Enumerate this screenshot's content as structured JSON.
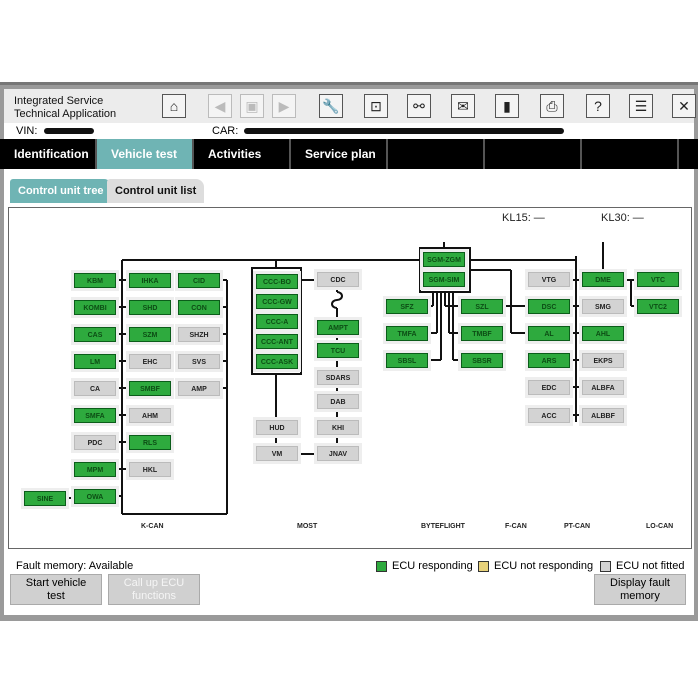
{
  "header": {
    "title_line1": "Integrated Service",
    "title_line2": "Technical Application",
    "vin_label": "VIN:",
    "car_label": "CAR:"
  },
  "toolbar": [
    {
      "icon": "home-icon",
      "glyph": "⌂",
      "enabled": true
    },
    {
      "icon": "back-icon",
      "glyph": "◀",
      "enabled": false
    },
    {
      "icon": "pages-icon",
      "glyph": "▣",
      "enabled": false
    },
    {
      "icon": "forward-icon",
      "glyph": "▶",
      "enabled": false
    },
    {
      "icon": "wrench-icon",
      "glyph": "🔧",
      "enabled": true
    },
    {
      "icon": "diagnosis-icon",
      "glyph": "⊡",
      "enabled": true
    },
    {
      "icon": "connection-icon",
      "glyph": "⚯",
      "enabled": true
    },
    {
      "icon": "mail-icon",
      "glyph": "✉",
      "enabled": true
    },
    {
      "icon": "battery-icon",
      "glyph": "▮",
      "enabled": true
    },
    {
      "icon": "print-icon",
      "glyph": "⎙",
      "enabled": true
    },
    {
      "icon": "help-icon",
      "glyph": "?",
      "enabled": true
    },
    {
      "icon": "menu-icon",
      "glyph": "☰",
      "enabled": true
    },
    {
      "icon": "close-icon",
      "glyph": "✕",
      "enabled": true
    }
  ],
  "tabs": [
    "Identification",
    "Vehicle test",
    "Activities",
    "Service plan",
    "",
    "",
    ""
  ],
  "active_tab": 1,
  "subtabs": {
    "tree": "Control unit tree",
    "list": "Control unit list"
  },
  "kl15": "KL15: —",
  "kl30": "KL30: —",
  "buses": [
    "K-CAN",
    "MOST",
    "BYTEFLIGHT",
    "F-CAN",
    "PT-CAN",
    "LO-CAN"
  ],
  "ecus": [
    {
      "n": "KBM",
      "s": "responding"
    },
    {
      "n": "KOMBI",
      "s": "responding"
    },
    {
      "n": "CAS",
      "s": "responding"
    },
    {
      "n": "LM",
      "s": "responding"
    },
    {
      "n": "CA",
      "s": "not fitted"
    },
    {
      "n": "SMFA",
      "s": "responding"
    },
    {
      "n": "PDC",
      "s": "not fitted"
    },
    {
      "n": "MPM",
      "s": "responding"
    },
    {
      "n": "OWA",
      "s": "responding"
    },
    {
      "n": "SINE",
      "s": "responding"
    },
    {
      "n": "IHKA",
      "s": "responding"
    },
    {
      "n": "SHD",
      "s": "responding"
    },
    {
      "n": "SZM",
      "s": "responding"
    },
    {
      "n": "EHC",
      "s": "not fitted"
    },
    {
      "n": "SMBF",
      "s": "responding"
    },
    {
      "n": "AHM",
      "s": "not fitted"
    },
    {
      "n": "RLS",
      "s": "responding"
    },
    {
      "n": "HKL",
      "s": "not fitted"
    },
    {
      "n": "CID",
      "s": "responding"
    },
    {
      "n": "CON",
      "s": "responding"
    },
    {
      "n": "SHZH",
      "s": "not fitted"
    },
    {
      "n": "SVS",
      "s": "not fitted"
    },
    {
      "n": "AMP",
      "s": "not fitted"
    },
    {
      "n": "CCC-BO",
      "s": "responding"
    },
    {
      "n": "CCC-GW",
      "s": "responding"
    },
    {
      "n": "CCC-A",
      "s": "responding"
    },
    {
      "n": "CCC-ANT",
      "s": "responding"
    },
    {
      "n": "CCC-ASK",
      "s": "responding"
    },
    {
      "n": "CDC",
      "s": "not fitted"
    },
    {
      "n": "AMPT",
      "s": "responding"
    },
    {
      "n": "TCU",
      "s": "responding"
    },
    {
      "n": "SDARS",
      "s": "not fitted"
    },
    {
      "n": "DAB",
      "s": "not fitted"
    },
    {
      "n": "KHI",
      "s": "not fitted"
    },
    {
      "n": "JNAV",
      "s": "not fitted"
    },
    {
      "n": "HUD",
      "s": "not fitted"
    },
    {
      "n": "VM",
      "s": "not fitted"
    },
    {
      "n": "SGM-ZGM",
      "s": "responding"
    },
    {
      "n": "SGM-SIM",
      "s": "responding"
    },
    {
      "n": "SFZ",
      "s": "responding"
    },
    {
      "n": "TMFA",
      "s": "responding"
    },
    {
      "n": "SBSL",
      "s": "responding"
    },
    {
      "n": "SZL",
      "s": "responding"
    },
    {
      "n": "TMBF",
      "s": "responding"
    },
    {
      "n": "SBSR",
      "s": "responding"
    },
    {
      "n": "VTG",
      "s": "not fitted"
    },
    {
      "n": "DSC",
      "s": "responding"
    },
    {
      "n": "AL",
      "s": "responding"
    },
    {
      "n": "ARS",
      "s": "responding"
    },
    {
      "n": "EDC",
      "s": "not fitted"
    },
    {
      "n": "ACC",
      "s": "not fitted"
    },
    {
      "n": "DME",
      "s": "responding"
    },
    {
      "n": "SMG",
      "s": "not fitted"
    },
    {
      "n": "AHL",
      "s": "responding"
    },
    {
      "n": "EKPS",
      "s": "not fitted"
    },
    {
      "n": "ALBFA",
      "s": "not fitted"
    },
    {
      "n": "ALBBF",
      "s": "not fitted"
    },
    {
      "n": "VTC",
      "s": "responding"
    },
    {
      "n": "VTC2",
      "s": "responding"
    }
  ],
  "fault_memory": "Fault memory:  Available",
  "legend": [
    {
      "label": "ECU responding",
      "color": "#2eaa3e"
    },
    {
      "label": "ECU not responding",
      "color": "#e8d27a"
    },
    {
      "label": "ECU not fitted",
      "color": "#d3d3d3"
    }
  ],
  "buttons": {
    "start_l1": "Start vehicle",
    "start_l2": "test",
    "callup_l1": "Call up ECU",
    "callup_l2": "functions",
    "display_l1": "Display fault",
    "display_l2": "memory"
  }
}
